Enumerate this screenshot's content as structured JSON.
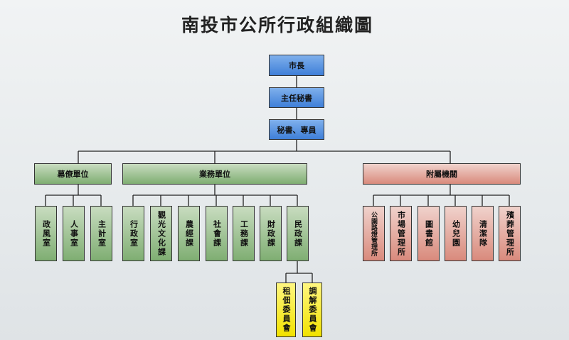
{
  "title": "南投市公所行政組織圖",
  "top": [
    "市長",
    "主任秘書",
    "秘書、專員"
  ],
  "groups": {
    "staff": {
      "label": "幕僚單位",
      "children": [
        "政風室",
        "人事室",
        "主計室"
      ]
    },
    "business": {
      "label": "業務單位",
      "children": [
        "行政室",
        "觀光文化課",
        "農經課",
        "社會課",
        "工務課",
        "財政課",
        "民政課"
      ]
    },
    "affiliated": {
      "label": "附屬機關",
      "children": [
        "公園路燈管理所",
        "市場管理所",
        "圖書館",
        "幼兒園",
        "清潔隊",
        "殯葬管理所"
      ]
    }
  },
  "committees": [
    "租佃委員會",
    "調解委員會"
  ],
  "colors": {
    "top": "#3f7fd8",
    "staff": "#7fae72",
    "business": "#7fae72",
    "affiliated": "#d98a7c",
    "committees": "#f2e200"
  }
}
